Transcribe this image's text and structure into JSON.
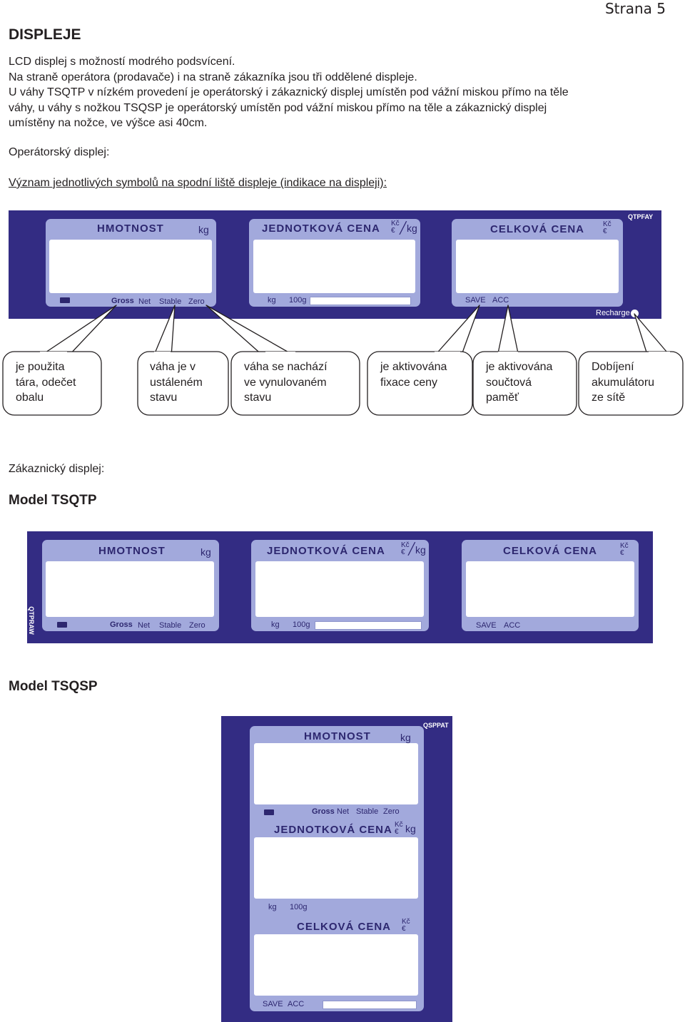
{
  "page": {
    "number": "Strana 5"
  },
  "heading": "DISPLEJE",
  "intro": [
    "LCD displej s možností modrého podsvícení.",
    "Na straně operátora (prodavače) i na straně zákazníka jsou tři oddělené displeje.",
    "U váhy TSQTP v nízkém provedení je operátorský i zákaznický displej umístěn pod vážní miskou přímo na těle",
    "váhy, u váhy s nožkou TSQSP je operátorský umístěn pod vážní miskou přímo na těle a zákaznický displej",
    "umístěny na nožce, ve výšce asi 40cm."
  ],
  "operator_title": "Operátorský displej:",
  "symbols_title": "Význam jednotlivých symbolů na spodní liště displeje (indikace na displeji):",
  "display_labels": {
    "weight": "HMOTNOST",
    "unit_kg": "kg",
    "unit_price": "JEDNOTKOVÁ CENA",
    "total_price": "CELKOVÁ CENA",
    "currency_czk": "Kč",
    "currency_eur": "€",
    "gross": "Gross",
    "net": "Net",
    "stable": "Stable",
    "zero": "Zero",
    "g100": "100g",
    "save": "SAVE",
    "acc": "ACC",
    "recharge": "Recharge"
  },
  "panel_tags": {
    "operator": "QTPFAY",
    "customer_tsqtp": "QTPRAW",
    "customer_tsqsp": "QSPPAT"
  },
  "callouts": [
    {
      "lines": [
        "je použita",
        "tára, odečet",
        "obalu"
      ]
    },
    {
      "lines": [
        "váha je v",
        "ustáleném",
        "stavu"
      ]
    },
    {
      "lines": [
        "váha se nachází",
        "ve vynulovaném",
        "stavu"
      ]
    },
    {
      "lines": [
        "je aktivována",
        "fixace ceny"
      ]
    },
    {
      "lines": [
        "je aktivována",
        "součtová",
        "paměť"
      ]
    },
    {
      "lines": [
        "Dobíjení",
        "akumulátoru",
        "ze sítě"
      ]
    }
  ],
  "customer_title": "Zákaznický displej:",
  "model_tsqtp": "Model TSQTP",
  "model_tsqsp": "Model TSQSP"
}
